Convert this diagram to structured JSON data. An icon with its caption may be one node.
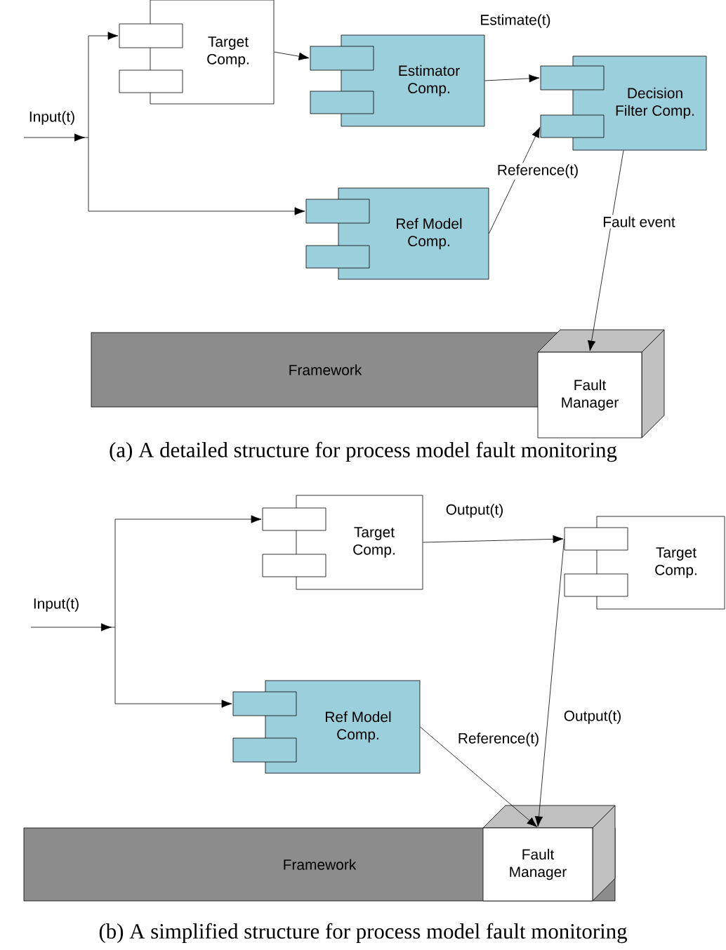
{
  "diagram": {
    "nodes": [
      {
        "text": [
          "Target Comp."
        ]
      },
      {
        "text": [
          "Estimator Comp."
        ]
      },
      {
        "text": [
          "Decision Filter Comp."
        ]
      },
      {
        "text": [
          "Ref Model Comp."
        ]
      },
      {
        "text": [
          "Framework"
        ]
      },
      {
        "text": [
          "Fault Manager"
        ]
      },
      {
        "text": [
          "Target Comp."
        ]
      },
      {
        "text": [
          "Target Comp."
        ]
      },
      {
        "text": [
          "Ref Model Comp."
        ]
      },
      {
        "text": [
          "Framework"
        ]
      },
      {
        "text": [
          "Fault Manager"
        ],
        "in": 9
      }
    ],
    "edges": [
      {
        "from": null,
        "to": 0,
        "arrow": "to",
        "label": "Input(t)"
      },
      {
        "from": null,
        "to": 3,
        "arrow": "to"
      },
      {
        "from": 0,
        "to": 1,
        "arrow": "to"
      },
      {
        "from": 1,
        "to": 2,
        "arrow": "to",
        "label": "Estimate(t)"
      },
      {
        "from": 3,
        "to": 2,
        "arrow": "to",
        "label": "Reference(t)"
      },
      {
        "from": 2,
        "to": 5,
        "arrow": "to",
        "label": "Fault event"
      },
      {
        "from": null,
        "to": 6,
        "arrow": "to",
        "label": "Input(t)"
      },
      {
        "from": null,
        "to": 8,
        "arrow": "to"
      },
      {
        "from": 6,
        "to": 7,
        "arrow": "to",
        "label": "Output(t)"
      },
      {
        "from": 8,
        "to": 10,
        "arrow": "to",
        "label": "Reference(t)"
      },
      {
        "from": 7,
        "to": 10,
        "arrow": "to",
        "label": "Output(t)"
      }
    ],
    "labels": [
      "(a) A detailed structure for process model fault monitoring",
      "(b) A simplified structure for process model fault monitoring"
    ]
  }
}
